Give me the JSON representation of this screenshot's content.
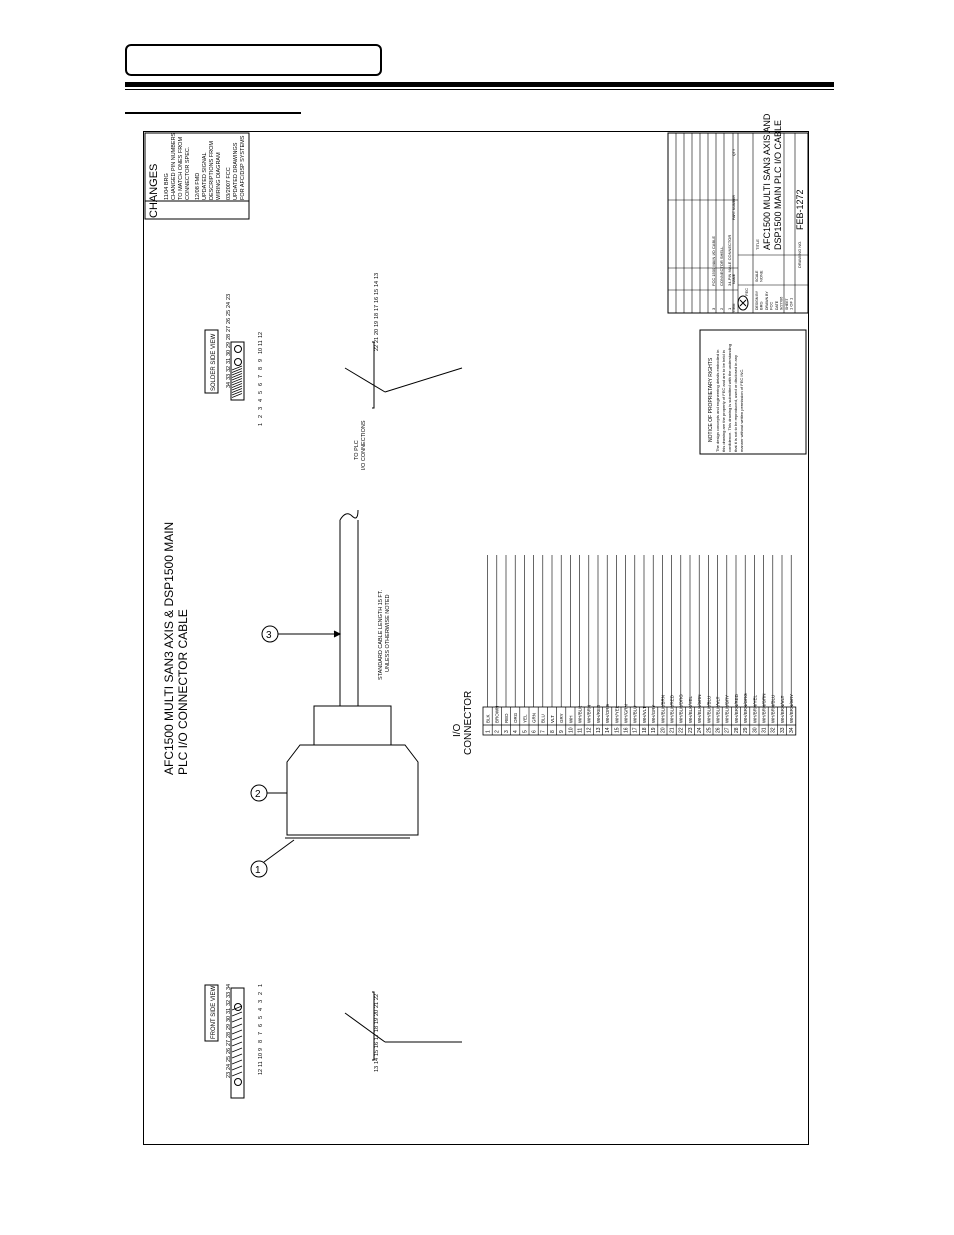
{
  "header": {
    "section_label": ""
  },
  "changes": {
    "title": "CHANGES",
    "entries": [
      [
        "11/04 BRG",
        "CHANGED PIN NUMBERS",
        "TO MATCH ONES FROM",
        "CONNECTOR SPEC."
      ],
      [
        "12/08 FMD",
        "UPDATED SIGNAL",
        "DESCRIPTIONS FROM",
        "WIRING DIAGRAM"
      ],
      [
        "03/2007 FCC",
        "UPDATED DRAWINGS",
        "FOR AFC/DSP SYSTEMS"
      ]
    ]
  },
  "drawing": {
    "title_line1": "AFC1500 MULTI SAN3 AXIS & DSP1500 MAIN",
    "title_line2": "PLC I/O CONNECTOR CABLE",
    "front_view_label": "FRONT SIDE VIEW",
    "solder_view_label": "SOLDER SIDE VIEW",
    "top_pins": [
      "12",
      "11",
      "10",
      "9",
      "8",
      "7",
      "6",
      "5",
      "4",
      "3",
      "2",
      "1"
    ],
    "bottom_pins": [
      "34",
      "33",
      "32",
      "31",
      "30",
      "29",
      "28",
      "27",
      "26",
      "25",
      "24",
      "23"
    ],
    "middle_pins": [
      "22",
      "21",
      "20",
      "19",
      "18",
      "17",
      "16",
      "15",
      "14",
      "13"
    ],
    "balloons": [
      "1",
      "2",
      "3"
    ],
    "cable_note_line1": "STANDARD CABLE LENGTH 15 FT.",
    "cable_note_line2": "UNLESS OTHERWISE NOTED",
    "plc_note_line1": "TO PLC",
    "plc_note_line2": "I/O CONNECTIONS",
    "io_label_line1": "I/O",
    "io_label_line2": "CONNECTOR"
  },
  "pinout": [
    {
      "pin": "1",
      "wire": "BLK"
    },
    {
      "pin": "2",
      "wire": "BROWN"
    },
    {
      "pin": "3",
      "wire": "RED"
    },
    {
      "pin": "4",
      "wire": "ORG"
    },
    {
      "pin": "5",
      "wire": "YEL"
    },
    {
      "pin": "6",
      "wire": "GRN"
    },
    {
      "pin": "7",
      "wire": "BLU"
    },
    {
      "pin": "8",
      "wire": "VLT"
    },
    {
      "pin": "9",
      "wire": "GRY"
    },
    {
      "pin": "10",
      "wire": "WH"
    },
    {
      "pin": "11",
      "wire": "WH/BLK"
    },
    {
      "pin": "12",
      "wire": "WH/BRN"
    },
    {
      "pin": "13",
      "wire": "WH/RED"
    },
    {
      "pin": "14",
      "wire": "WH/ORG"
    },
    {
      "pin": "15",
      "wire": "WH/YEL"
    },
    {
      "pin": "16",
      "wire": "WH/GRN"
    },
    {
      "pin": "17",
      "wire": "WH/BLU"
    },
    {
      "pin": "18",
      "wire": "WH/VLT"
    },
    {
      "pin": "19",
      "wire": "WH/GRY"
    },
    {
      "pin": "20",
      "wire": "WH/BLK/BRN"
    },
    {
      "pin": "21",
      "wire": "WH/BLK/RED"
    },
    {
      "pin": "22",
      "wire": "WH/BLK/ORG"
    },
    {
      "pin": "23",
      "wire": "WH/BLK/YEL"
    },
    {
      "pin": "24",
      "wire": "WH/BLK/GRN"
    },
    {
      "pin": "25",
      "wire": "WH/BLK/BLU"
    },
    {
      "pin": "26",
      "wire": "WH/BLK/VLT"
    },
    {
      "pin": "27",
      "wire": "WH/BLK/GRY"
    },
    {
      "pin": "28",
      "wire": "WH/BRN/RED"
    },
    {
      "pin": "29",
      "wire": "WH/BRN/ORG"
    },
    {
      "pin": "30",
      "wire": "WH/BRN/YEL"
    },
    {
      "pin": "31",
      "wire": "WH/BRN/GRN"
    },
    {
      "pin": "32",
      "wire": "WH/BRN/BLU"
    },
    {
      "pin": "33",
      "wire": "WH/BRN/VLT"
    },
    {
      "pin": "34",
      "wire": "WH/BRN/GRY"
    }
  ],
  "proprietary_notice": {
    "title": "NOTICE OF PROPRIETARY RIGHTS",
    "lines": [
      "The design concepts and engineering details embodied in",
      "this drawing are the property of FEC and are to be held in",
      "confidence. This drawing is submitted with the understanding",
      "that it is not to be reproduced, used or disclosed in any",
      "manner without written permission of FEC INC."
    ]
  },
  "title_block": {
    "drawing_title_line1": "AFC1500 MULTI SAN3 AXIS AND",
    "drawing_title_line2": "DSP1500 MAIN PLC I/O CABLE",
    "drawing_number": "FEB-1272",
    "title_label": "TITLE",
    "drawing_no_label": "DRAWING NO.",
    "company": "FEC",
    "bom": [
      {
        "item": "3",
        "name": "FCC 1500 MAIN I/O CABLE",
        "part": "",
        "qty": ""
      },
      {
        "item": "2",
        "name": "CONNECTOR SHELL",
        "part": "",
        "qty": ""
      },
      {
        "item": "1",
        "name": "34-PIN MALE CONNECTOR",
        "part": "",
        "qty": ""
      }
    ],
    "bom_headers": {
      "item": "ITEM",
      "name": "NAME",
      "part": "PART NUMBER",
      "qty": "QTY"
    },
    "info_labels": [
      "DESIGN BY",
      "DRAWN BY",
      "DATE",
      "SHEET"
    ],
    "info_values": [
      "BRG",
      "FCC",
      "9/27/06",
      "1 OF 1"
    ],
    "scale_label": "SCALE",
    "scale_value": "NONE"
  }
}
